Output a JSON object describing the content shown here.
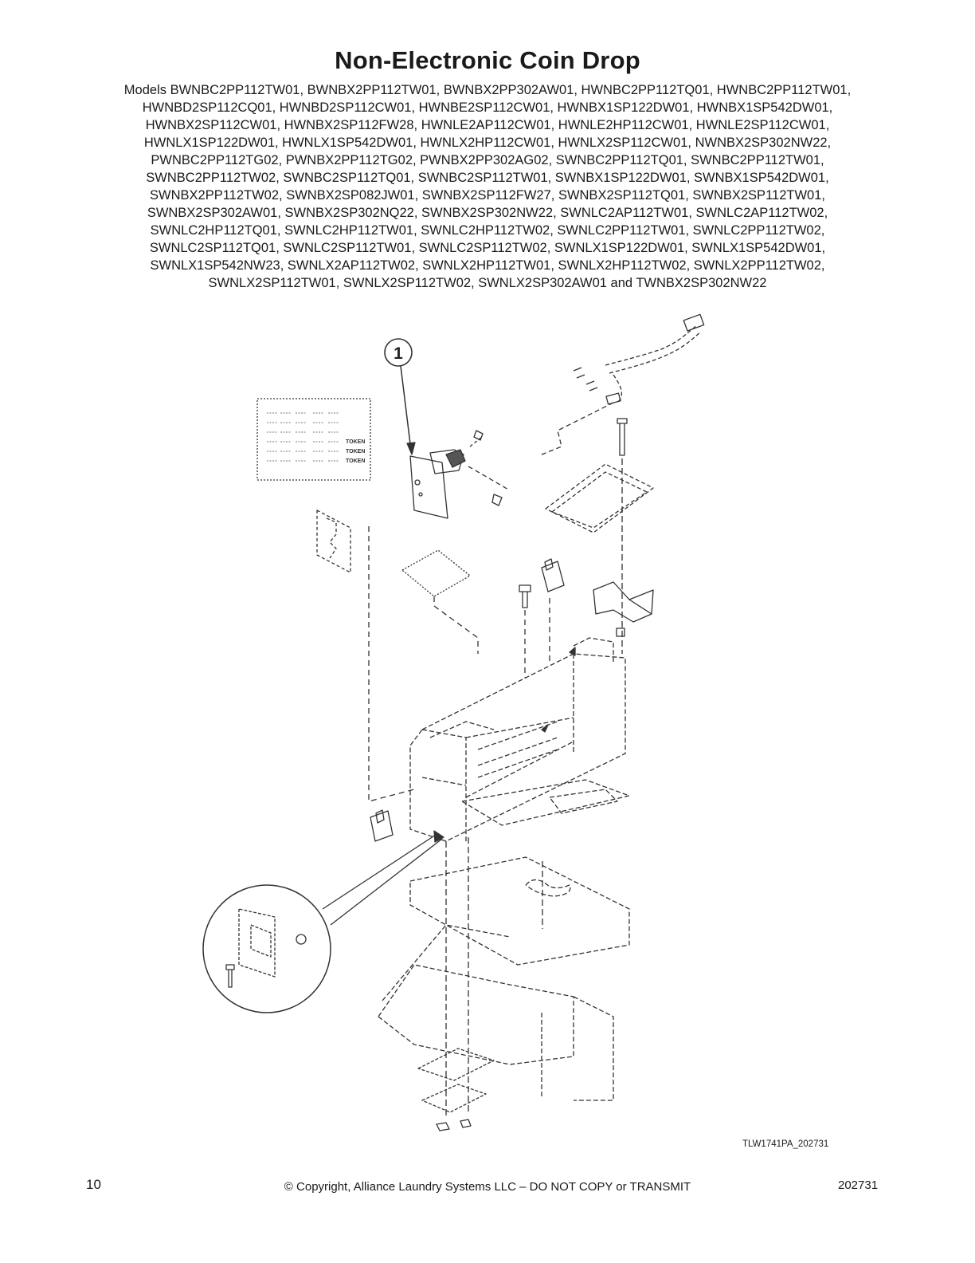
{
  "title": "Non-Electronic Coin Drop",
  "model_lines": [
    "Models BWNBC2PP112TW01, BWNBX2PP112TW01, BWNBX2PP302AW01, HWNBC2PP112TQ01, HWNBC2PP112TW01,",
    "HWNBD2SP112CQ01, HWNBD2SP112CW01, HWNBE2SP112CW01, HWNBX1SP122DW01, HWNBX1SP542DW01,",
    "HWNBX2SP112CW01, HWNBX2SP112FW28, HWNLE2AP112CW01, HWNLE2HP112CW01, HWNLE2SP112CW01,",
    "HWNLX1SP122DW01, HWNLX1SP542DW01, HWNLX2HP112CW01, HWNLX2SP112CW01, NWNBX2SP302NW22,",
    "PWNBC2PP112TG02, PWNBX2PP112TG02, PWNBX2PP302AG02, SWNBC2PP112TQ01, SWNBC2PP112TW01,",
    "SWNBC2PP112TW02, SWNBC2SP112TQ01, SWNBC2SP112TW01, SWNBX1SP122DW01, SWNBX1SP542DW01,",
    "SWNBX2PP112TW02, SWNBX2SP082JW01, SWNBX2SP112FW27, SWNBX2SP112TQ01, SWNBX2SP112TW01,",
    "SWNBX2SP302AW01, SWNBX2SP302NQ22, SWNBX2SP302NW22, SWNLC2AP112TW01, SWNLC2AP112TW02,",
    "SWNLC2HP112TQ01, SWNLC2HP112TW01, SWNLC2HP112TW02, SWNLC2PP112TW01, SWNLC2PP112TW02,",
    "SWNLC2SP112TQ01, SWNLC2SP112TW01, SWNLC2SP112TW02, SWNLX1SP122DW01, SWNLX1SP542DW01,",
    "SWNLX1SP542NW23, SWNLX2AP112TW02, SWNLX2HP112TW01, SWNLX2HP112TW02, SWNLX2PP112TW02,",
    "SWNLX2SP112TW01, SWNLX2SP112TW02, SWNLX2SP302AW01 and TWNBX2SP302NW22"
  ],
  "diagram": {
    "callout_number": "1",
    "decal_labels": [
      "TOKEN",
      "TOKEN",
      "TOKEN"
    ]
  },
  "figure_id": "TLW1741PA_202731",
  "footer": {
    "page_number": "10",
    "copyright": "© Copyright, Alliance Laundry Systems LLC – DO NOT COPY or TRANSMIT",
    "doc_number": "202731"
  }
}
